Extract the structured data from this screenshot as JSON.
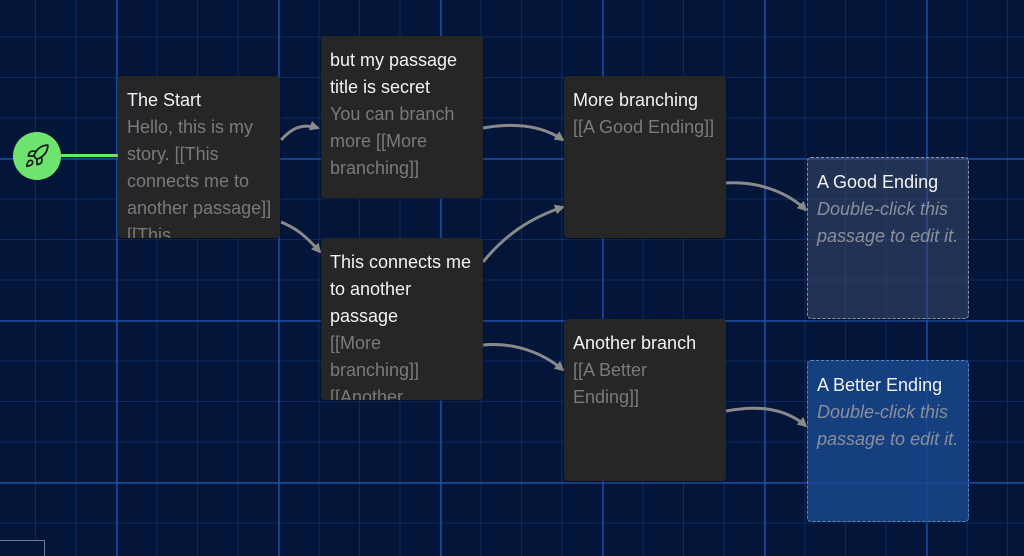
{
  "passages": [
    {
      "title": "The Start",
      "excerpt": "Hello, this is my story. [[This connects me to another passage]] [[This"
    },
    {
      "title": "but my passage title is secret",
      "excerpt": "You can branch more [[More branching]]"
    },
    {
      "title": "This connects me to another passage",
      "excerpt": "[[More branching]] [[Another"
    },
    {
      "title": "More branching",
      "excerpt": "[[A Good Ending]]"
    },
    {
      "title": "Another branch",
      "excerpt": "[[A Better Ending]]"
    },
    {
      "title": "A Good Ending",
      "excerpt": "Double-click this passage to edit it."
    },
    {
      "title": "A Better Ending",
      "excerpt": "Double-click this passage to edit it."
    }
  ],
  "start_marker": {
    "icon": "rocket-icon",
    "color": "#6ee46e"
  },
  "colors": {
    "background": "#03163a",
    "grid": "#285abe",
    "passage": "#262626",
    "link_arrow": "#8a8a8a"
  }
}
